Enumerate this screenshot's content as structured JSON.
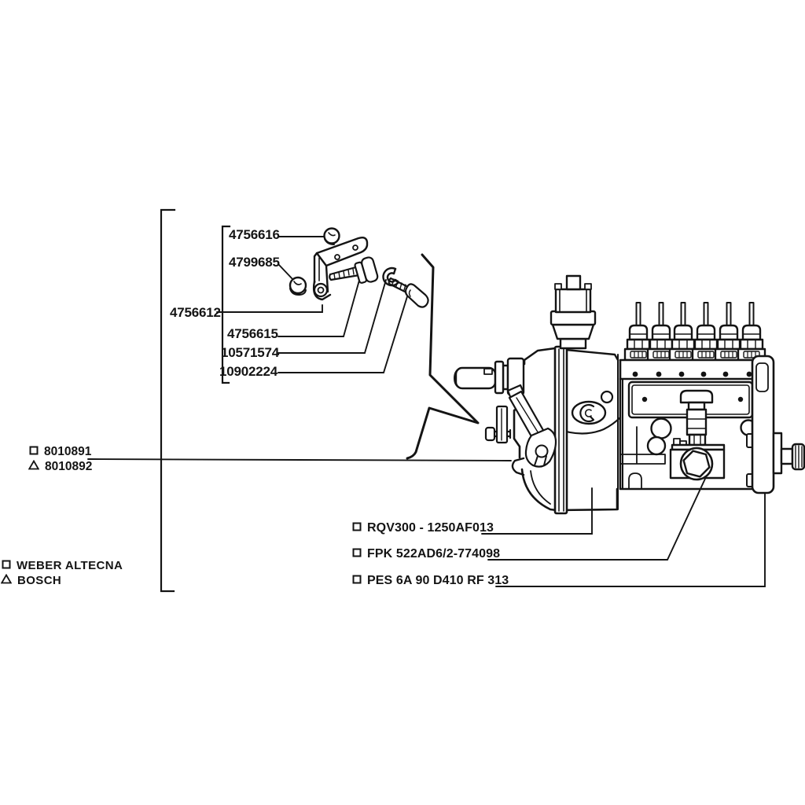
{
  "document": {
    "type": "exploded-parts-diagram",
    "subject": "inline fuel injection pump with mounting bracket hardware"
  },
  "colors": {
    "ink": "#141414",
    "paper": "#ffffff"
  },
  "bracket_parts": {
    "labels": [
      {
        "number": "4756616"
      },
      {
        "number": "4799685"
      },
      {
        "number": "4756612"
      },
      {
        "number": "4756615"
      },
      {
        "number": "10571574"
      },
      {
        "number": "10902224"
      }
    ]
  },
  "assembly_labels": {
    "items": [
      {
        "symbol": "square",
        "number": "8010891"
      },
      {
        "symbol": "triangle",
        "number": "8010892"
      }
    ]
  },
  "legend": {
    "items": [
      {
        "symbol": "square",
        "maker": "WEBER ALTECNA"
      },
      {
        "symbol": "triangle",
        "maker": "BOSCH"
      }
    ]
  },
  "pump_specs": {
    "items": [
      {
        "symbol": "square",
        "code": "RQV300 - 1250AF013"
      },
      {
        "symbol": "square",
        "code": "FPK 522AD6/2-774098"
      },
      {
        "symbol": "square",
        "code": "PES 6A 90 D410 RF 313"
      }
    ]
  }
}
